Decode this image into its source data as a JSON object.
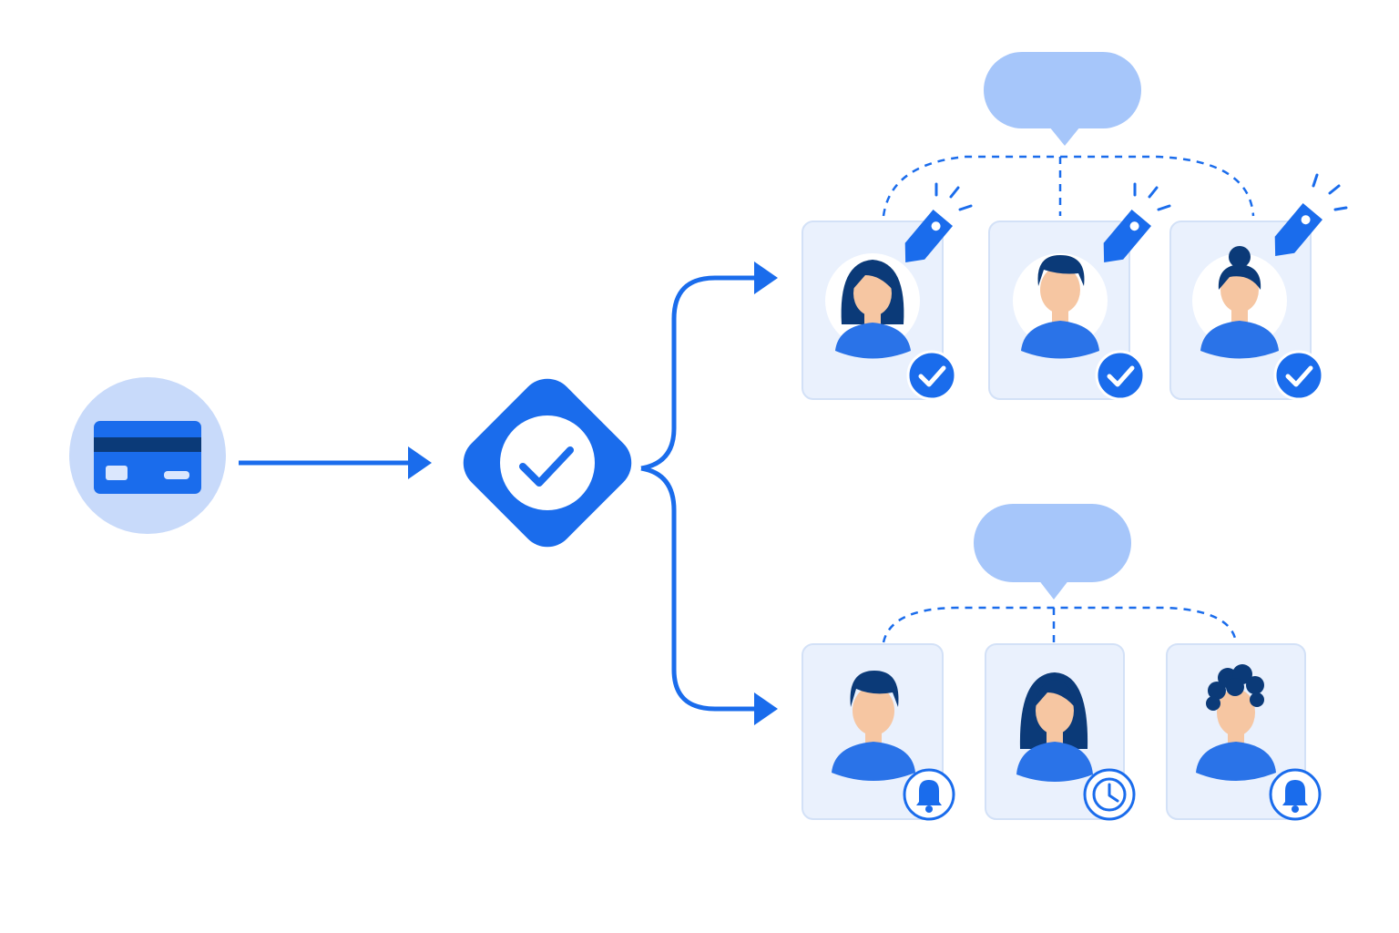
{
  "diagram": {
    "colors": {
      "primary": "#1a6cec",
      "light": "#a6c6fa",
      "card_bg": "#eaf1fd",
      "hair": "#0b3a78",
      "skin": "#f6c6a2"
    },
    "source": {
      "icon": "credit-card-icon"
    },
    "decision": {
      "icon": "check-icon"
    },
    "groups": [
      {
        "name": "approved-group",
        "bubble_text": "",
        "members": [
          {
            "avatar": "woman-long-hair",
            "badge_icon": "check-icon",
            "tag_icon": "price-tag-icon"
          },
          {
            "avatar": "man-short-hair",
            "badge_icon": "check-icon",
            "tag_icon": "price-tag-icon"
          },
          {
            "avatar": "woman-bun",
            "badge_icon": "check-icon",
            "tag_icon": "price-tag-icon"
          }
        ]
      },
      {
        "name": "pending-group",
        "bubble_text": "",
        "members": [
          {
            "avatar": "man-short-hair",
            "badge_icon": "bell-icon"
          },
          {
            "avatar": "woman-long-hair",
            "badge_icon": "clock-icon"
          },
          {
            "avatar": "man-curly-hair",
            "badge_icon": "bell-icon"
          }
        ]
      }
    ]
  }
}
